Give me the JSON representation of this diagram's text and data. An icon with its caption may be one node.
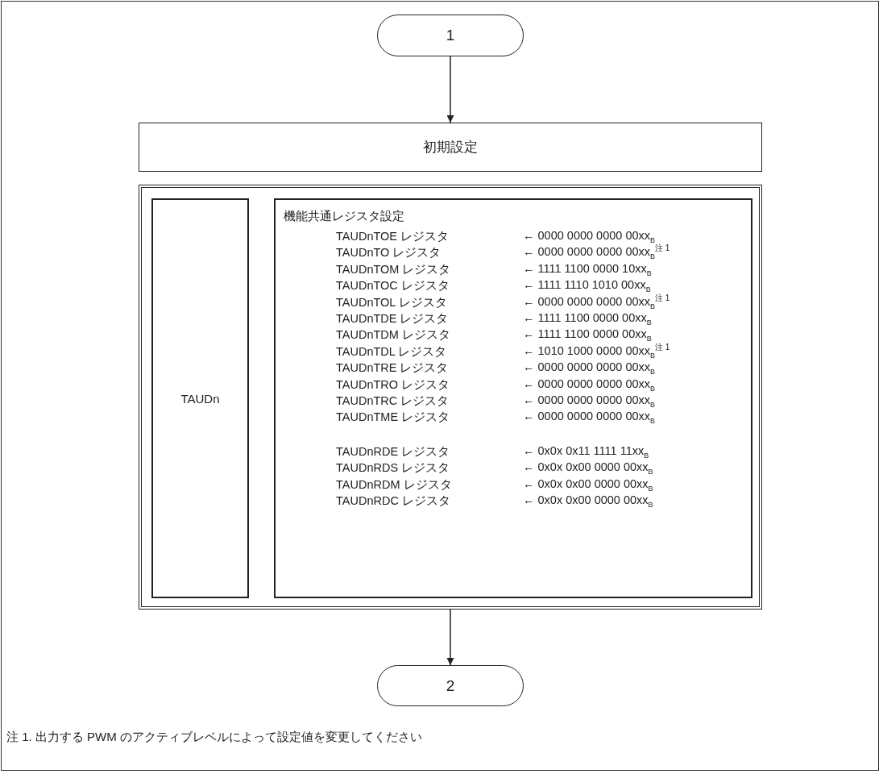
{
  "diagram": {
    "nodes": [
      {
        "text": [
          "1"
        ]
      },
      {
        "text": [
          "初期設定"
        ]
      },
      {
        "text": [],
        "shape": "box"
      },
      {
        "text": [
          "TAUDn"
        ],
        "in": 2
      },
      {
        "text": [
          "機能共通レジスタ設定",
          "TAUDnTOE レジスタ",
          "← 0000 0000 0000 00xx$_{B}$",
          "TAUDnTO レジスタ",
          "← 0000 0000 0000 00xx$_{B}$$^{注 1}$",
          "TAUDnTOM レジスタ",
          "← 1111 1100 0000 10xx$_{B}$",
          "TAUDnTOC レジスタ",
          "← 1111 1110 1010 00xx$_{B}$",
          "TAUDnTOL レジスタ",
          "← 0000 0000 0000 00xx$_{B}$$^{注 1}$",
          "TAUDnTDE レジスタ",
          "← 1111 1100 0000 00xx$_{B}$",
          "TAUDnTDM レジスタ",
          "← 1111 1100 0000 00xx$_{B}$",
          "TAUDnTDL レジスタ",
          "← 1010 1000 0000 00xx$_{B}$$^{注 1}$",
          "TAUDnTRE レジスタ",
          "← 0000 0000 0000 00xx$_{B}$",
          "TAUDnTRO レジスタ",
          "← 0000 0000 0000 00xx$_{B}$",
          "TAUDnTRC レジスタ",
          "← 0000 0000 0000 00xx$_{B}$",
          "TAUDnTME レジスタ",
          "← 0000 0000 0000 00xx$_{B}$",
          "TAUDnRDE レジスタ",
          "← 0x0x 0x11 1111 11xx$_{B}$",
          "TAUDnRDS レジスタ",
          "← 0x0x 0x00 0000 00xx$_{B}$",
          "TAUDnRDM レジスタ",
          "← 0x0x 0x00 0000 00xx$_{B}$",
          "TAUDnRDC レジスタ",
          "← 0x0x 0x00 0000 00xx$_{B}$"
        ],
        "in": 2
      },
      {
        "text": [
          "2"
        ]
      }
    ],
    "edges": [
      {
        "from": 0,
        "to": 1,
        "arrow": "to"
      },
      {
        "from": 2,
        "to": 5,
        "arrow": "to"
      }
    ],
    "labels": [
      "注 1. 出力する PWM のアクティブレベルによって設定値を変更してください"
    ]
  }
}
